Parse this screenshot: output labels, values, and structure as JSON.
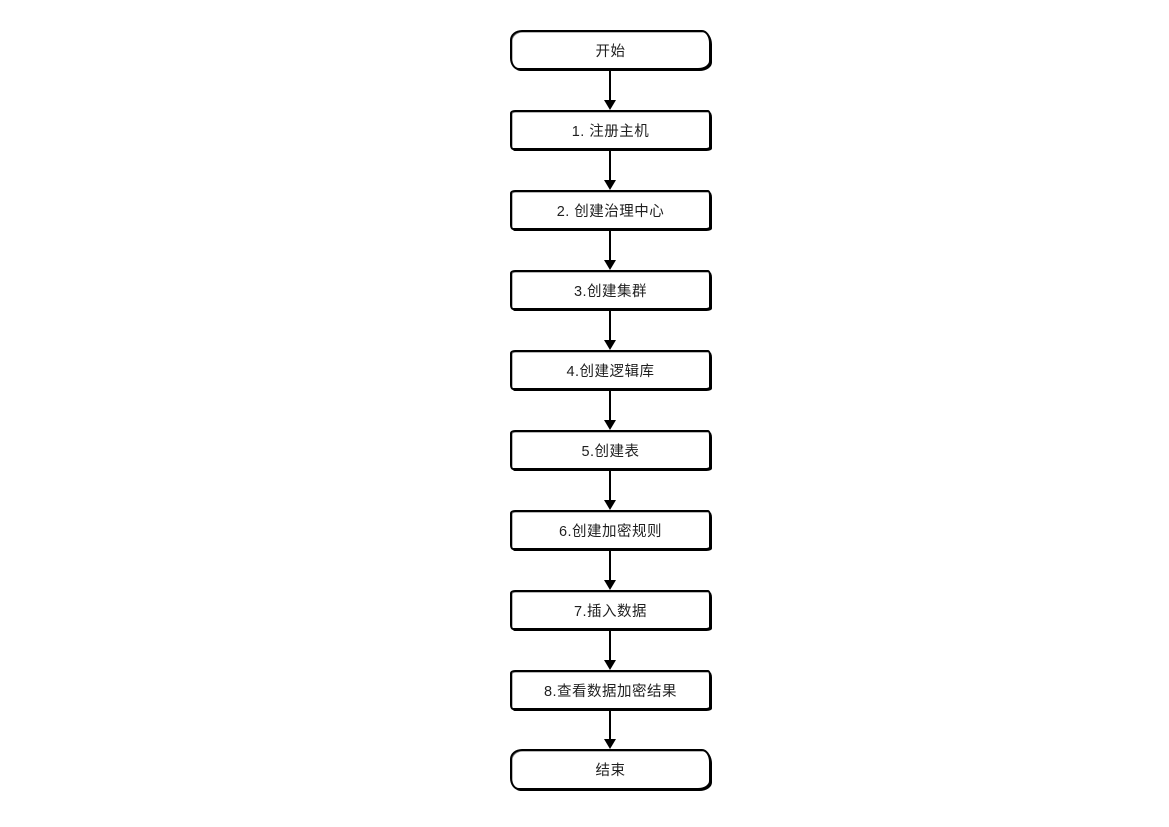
{
  "canvas": {
    "background_color": "#ffffff"
  },
  "diagram": {
    "type": "flowchart",
    "style": "hand-drawn-sketch",
    "stroke_color": "#000000",
    "fill_color": "#ffffff",
    "text_color": "#1f1f1f",
    "nodes": [
      {
        "id": "start",
        "shape": "terminal",
        "label": "开始"
      },
      {
        "id": "step-1",
        "shape": "process",
        "label": "1. 注册主机"
      },
      {
        "id": "step-2",
        "shape": "process",
        "label": "2. 创建治理中心"
      },
      {
        "id": "step-3",
        "shape": "process",
        "label": "3.创建集群"
      },
      {
        "id": "step-4",
        "shape": "process",
        "label": "4.创建逻辑库"
      },
      {
        "id": "step-5",
        "shape": "process",
        "label": "5.创建表"
      },
      {
        "id": "step-6",
        "shape": "process",
        "label": "6.创建加密规则"
      },
      {
        "id": "step-7",
        "shape": "process",
        "label": "7.插入数据"
      },
      {
        "id": "step-8",
        "shape": "process",
        "label": "8.查看数据加密结果"
      },
      {
        "id": "end",
        "shape": "terminal",
        "label": "结束"
      }
    ],
    "edges": [
      {
        "from": "start",
        "to": "step-1",
        "direction": "down"
      },
      {
        "from": "step-1",
        "to": "step-2",
        "direction": "down"
      },
      {
        "from": "step-2",
        "to": "step-3",
        "direction": "down"
      },
      {
        "from": "step-3",
        "to": "step-4",
        "direction": "down"
      },
      {
        "from": "step-4",
        "to": "step-5",
        "direction": "down"
      },
      {
        "from": "step-5",
        "to": "step-6",
        "direction": "down"
      },
      {
        "from": "step-6",
        "to": "step-7",
        "direction": "down"
      },
      {
        "from": "step-7",
        "to": "step-8",
        "direction": "down"
      },
      {
        "from": "step-8",
        "to": "end",
        "direction": "down"
      }
    ]
  }
}
